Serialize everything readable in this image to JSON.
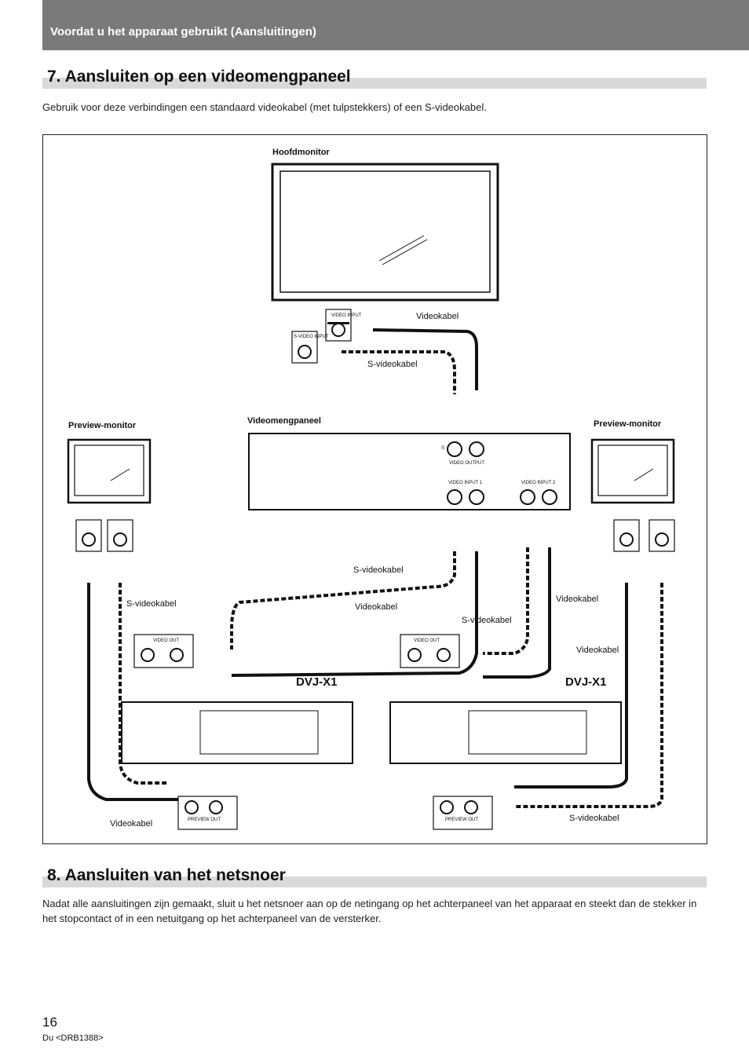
{
  "header": {
    "title": "Voordat u het apparaat gebruikt (Aansluitingen)"
  },
  "section7": {
    "title": "7. Aansluiten op een videomengpaneel",
    "intro": "Gebruik voor deze verbindingen een standaard videokabel (met tulpstekkers) of een S-videokabel."
  },
  "diagram": {
    "main_monitor": "Hoofdmonitor",
    "mixer": "Videomengpaneel",
    "preview_left": "Preview-monitor",
    "preview_right": "Preview-monitor",
    "cable_video_top": "Videokabel",
    "cable_svideo_top": "S-videokabel",
    "cable_svideo_mid": "S-videokabel",
    "cable_video_mid": "Videokabel",
    "cable_svideo_left": "S-videokabel",
    "cable_video_right1": "Videokabel",
    "cable_svideo_right": "S-videokabel",
    "cable_video_right2": "Videokabel",
    "cable_video_bottom": "Videokabel",
    "cable_svideo_bottom": "S-videokabel",
    "player_left": "DVJ-X1",
    "player_right": "DVJ-X1",
    "jack_video_input": "VIDEO INPUT",
    "jack_svideo_input": "S-VIDEO INPUT",
    "jack_video_output": "VIDEO OUTPUT",
    "jack_video_input1": "VIDEO INPUT 1",
    "jack_video_input2": "VIDEO INPUT 2",
    "jack_video_out": "VIDEO OUT",
    "jack_preview_out": "PREVIEW OUT",
    "jack_s": "S"
  },
  "section8": {
    "title": "8. Aansluiten van het netsnoer",
    "body": "Nadat alle aansluitingen zijn gemaakt, sluit u het netsnoer aan op de netingang op het achterpaneel van het apparaat en steekt dan de stekker in het stopcontact of in een netuitgang op het achterpaneel van de versterker."
  },
  "footer": {
    "page": "16",
    "doc": "Du <DRB1388>"
  }
}
